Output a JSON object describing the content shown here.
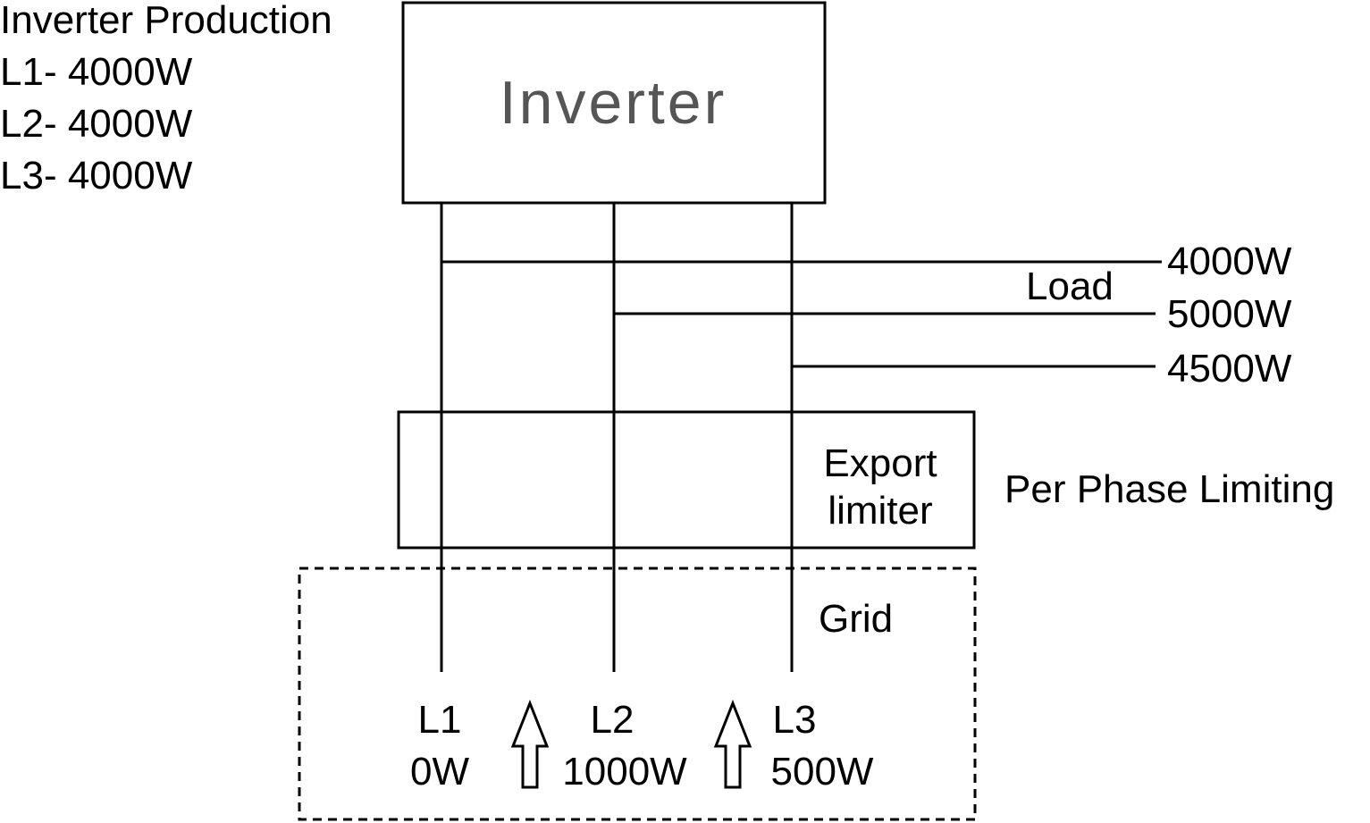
{
  "production": {
    "title": "Inverter Production",
    "lines": [
      "L1- 4000W",
      "L2- 4000W",
      "L3- 4000W"
    ]
  },
  "inverter": {
    "label": "Inverter"
  },
  "load": {
    "label": "Load",
    "values": [
      "4000W",
      "5000W",
      "4500W"
    ]
  },
  "export_limiter": {
    "line1": "Export",
    "line2": "limiter",
    "note": "Per Phase Limiting"
  },
  "grid": {
    "label": "Grid",
    "phases": [
      {
        "name": "L1",
        "value": "0W",
        "export_arrow": false
      },
      {
        "name": "L2",
        "value": "1000W",
        "export_arrow": true
      },
      {
        "name": "L3",
        "value": "500W",
        "export_arrow": true
      }
    ]
  },
  "colors": {
    "line": "#000000",
    "inverter_text": "#555555",
    "background": "#ffffff"
  }
}
